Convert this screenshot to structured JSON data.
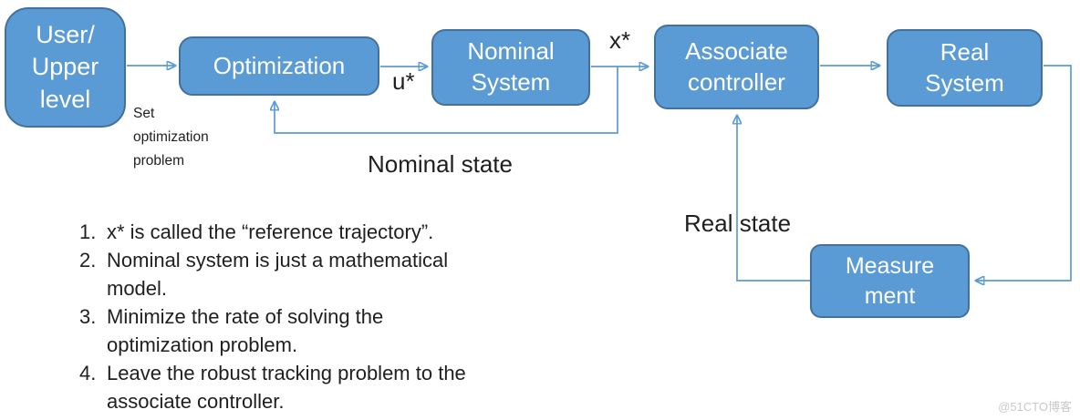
{
  "diagram": {
    "boxes": {
      "user": "User/\nUpper\nlevel",
      "optimization": "Optimization",
      "nominal": "Nominal\nSystem",
      "associate": "Associate\ncontroller",
      "real": "Real\nSystem",
      "measurement": "Measure\nment"
    },
    "edge_labels": {
      "u_star": "u*",
      "x_star": "x*",
      "set_optimization_problem": "Set\noptimization\nproblem",
      "nominal_state": "Nominal state",
      "real_state": "Real state"
    },
    "colors": {
      "box_fill": "#5b9bd5",
      "box_border": "#41719c",
      "arrow": "#5b9bd5",
      "box_text": "#ffffff",
      "label_text": "#1f1f1f"
    }
  },
  "notes": {
    "items": [
      {
        "num": "1.",
        "text": "x* is called the “reference trajectory”."
      },
      {
        "num": "2.",
        "text": "Nominal system is just a mathematical\nmodel."
      },
      {
        "num": "3.",
        "text": "Minimize the rate of solving the\noptimization problem."
      },
      {
        "num": "4.",
        "text": "Leave the robust tracking problem to the\nassociate controller."
      }
    ]
  },
  "watermark": "@51CTO博客"
}
